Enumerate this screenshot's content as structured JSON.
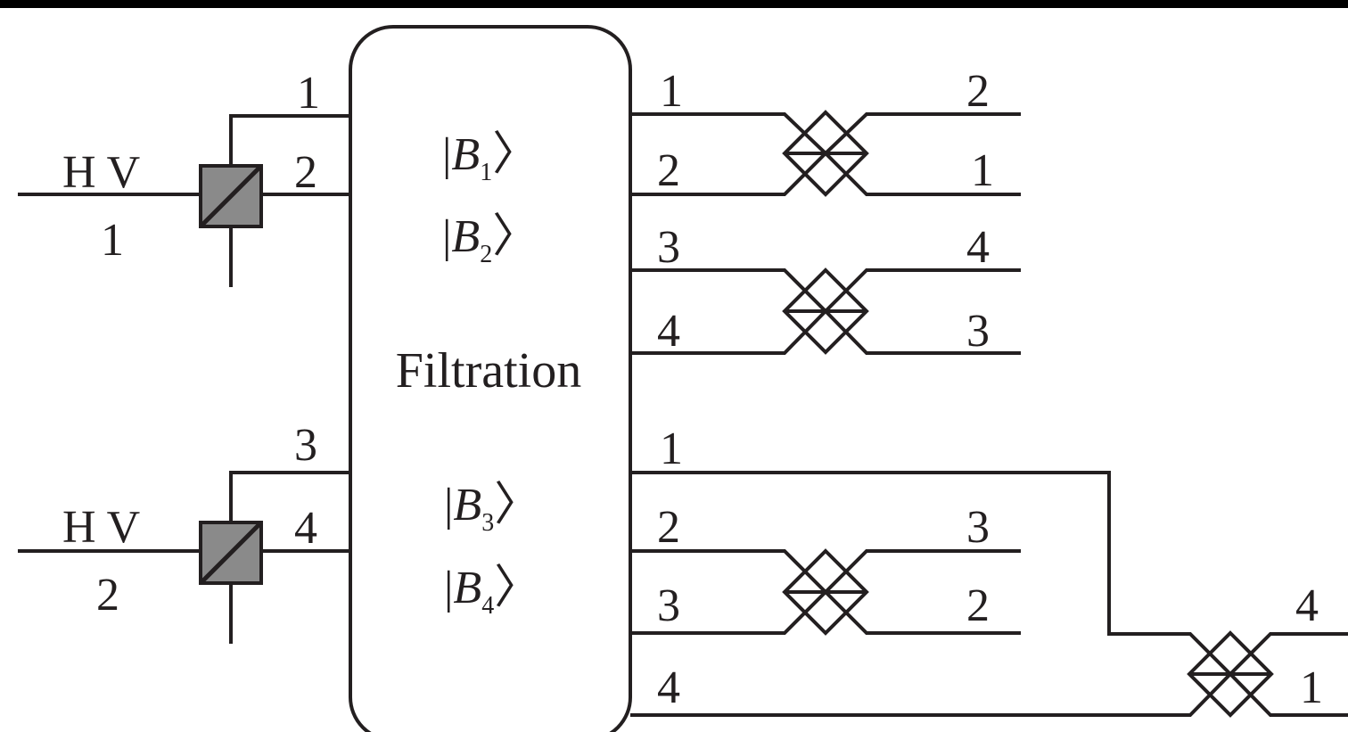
{
  "box": {
    "title": "Filtration",
    "kets": [
      {
        "bar": "|",
        "sym": "B",
        "sub": "1",
        "close": "〉"
      },
      {
        "bar": "|",
        "sym": "B",
        "sub": "2",
        "close": "〉"
      },
      {
        "bar": "|",
        "sym": "B",
        "sub": "3",
        "close": "〉"
      },
      {
        "bar": "|",
        "sym": "B",
        "sub": "4",
        "close": "〉"
      }
    ]
  },
  "sources": [
    {
      "pol": "H V",
      "id": "1",
      "out_a": "1",
      "out_b": "2"
    },
    {
      "pol": "H V",
      "id": "2",
      "out_a": "3",
      "out_b": "4"
    }
  ],
  "upper_outputs": {
    "inputs": [
      "1",
      "2",
      "3",
      "4"
    ],
    "coupler1_outputs": [
      "2",
      "1"
    ],
    "coupler2_outputs": [
      "4",
      "3"
    ]
  },
  "lower_outputs": {
    "inputs": [
      "1",
      "2",
      "3",
      "4"
    ],
    "coupler1_outputs": [
      "3",
      "2"
    ],
    "coupler2_outputs": [
      "4",
      "1"
    ]
  },
  "colors": {
    "line": "#231f20",
    "pbs_fill": "#8a8a8a",
    "background": "#ffffff",
    "top_bar": "#000000"
  },
  "icons": {
    "pbs": "polarizing-beam-splitter-icon",
    "coupler": "beam-splitter-coupler-icon"
  }
}
